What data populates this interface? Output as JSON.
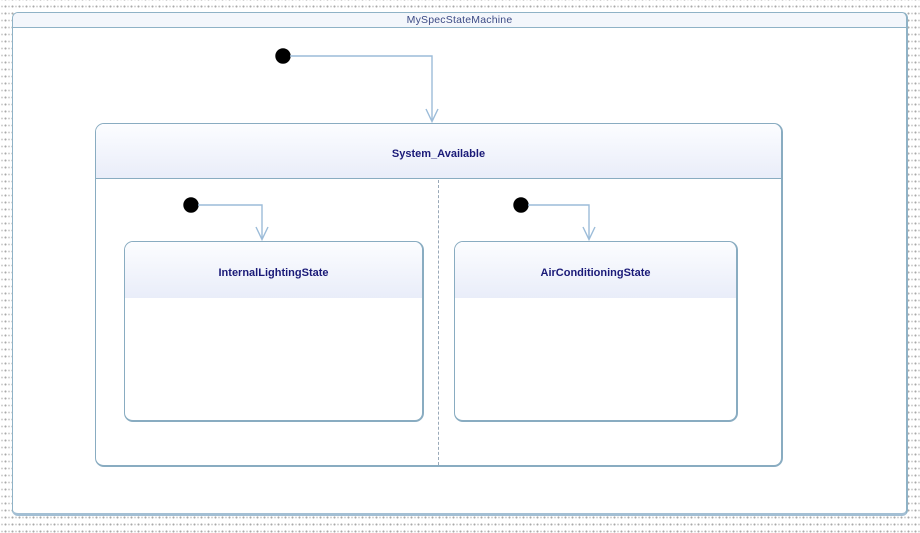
{
  "frame": {
    "title": "MySpecStateMachine"
  },
  "composite_state": {
    "name": "System_Available",
    "regions": [
      {
        "state_name": "InternalLightingState"
      },
      {
        "state_name": "AirConditioningState"
      }
    ]
  },
  "colors": {
    "state_border": "#89acc1",
    "frame_border": "#8fb2c6",
    "frame_titlebar_fill": "#f3f6fb",
    "frame_title_text": "#3c4a85",
    "state_name_text": "#1a1a78",
    "state_header_gradient_top": "#fcfdff",
    "state_header_gradient_bottom": "#e9edf9",
    "region_divider": "#9aa9b8",
    "transition_line": "#9cbcd9",
    "initial_node_fill": "#000000",
    "canvas_dot": "#a9a9a9"
  }
}
